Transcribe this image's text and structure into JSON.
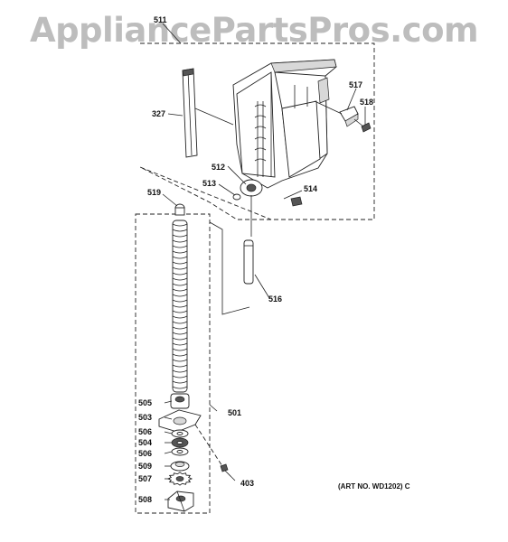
{
  "watermark": "AppliancePartsPros.com",
  "art_number": "(ART NO. WD1202) C",
  "callouts": {
    "p511": "511",
    "p327": "327",
    "p517": "517",
    "p518": "518",
    "p512": "512",
    "p513": "513",
    "p514": "514",
    "p519": "519",
    "p516": "516",
    "p505": "505",
    "p501": "501",
    "p503": "503",
    "p506a": "506",
    "p504": "504",
    "p506b": "506",
    "p509": "509",
    "p507": "507",
    "p403": "403",
    "p508": "508"
  }
}
